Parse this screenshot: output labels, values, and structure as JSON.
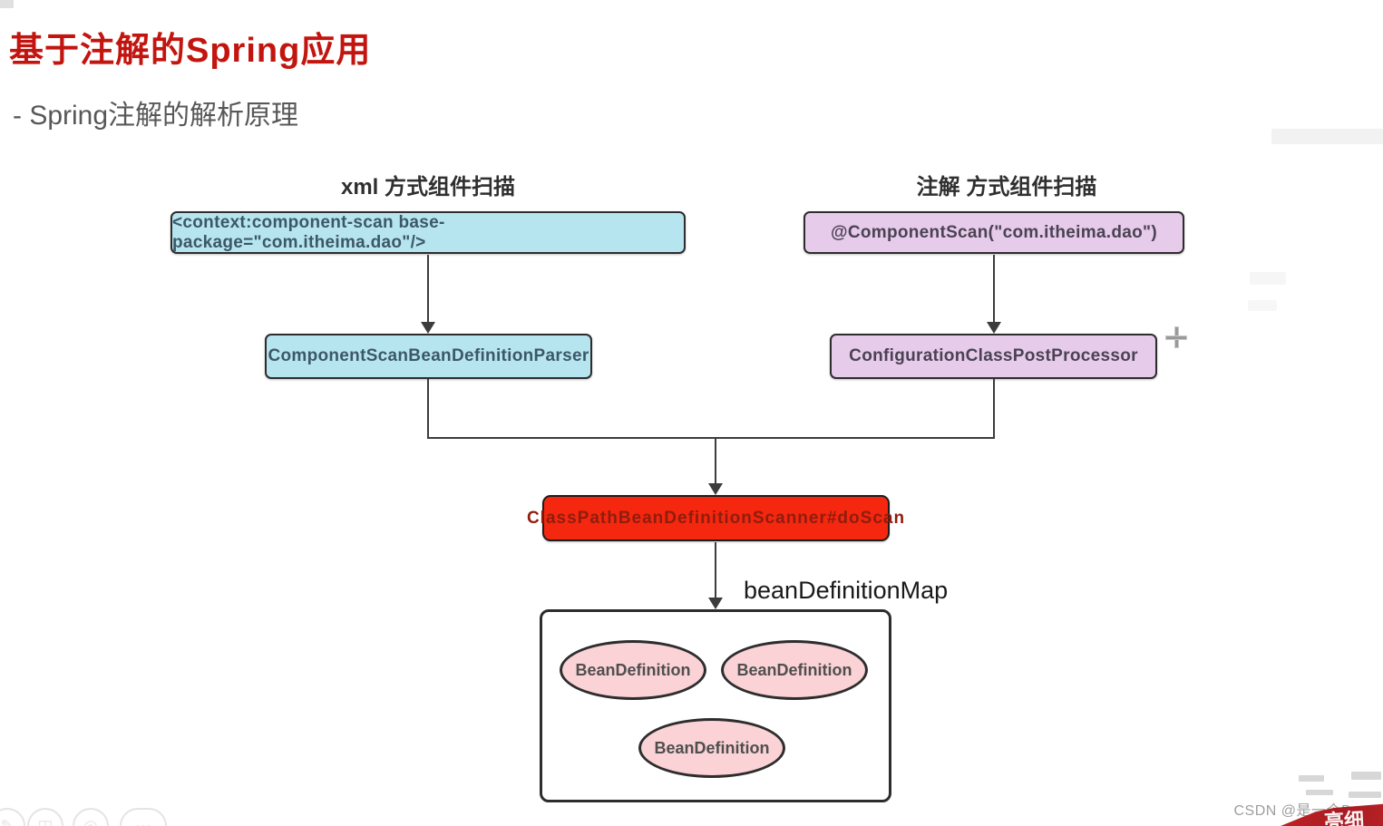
{
  "page": {
    "title": "基于注解的Spring应用",
    "subtitle": "- Spring注解的解析原理"
  },
  "diagram": {
    "xml_branch": {
      "label": "xml 方式组件扫描",
      "source_box": "<context:component-scan base-package=\"com.itheima.dao\"/>",
      "parser_box": "ComponentScanBeanDefinitionParser"
    },
    "annotation_branch": {
      "label": "注解 方式组件扫描",
      "source_box": "@ComponentScan(\"com.itheima.dao\")",
      "processor_box": "ConfigurationClassPostProcessor"
    },
    "scanner_box": "ClassPathBeanDefinitionScanner#doScan",
    "map_label": "beanDefinitionMap",
    "bean_definitions": [
      "BeanDefinition",
      "BeanDefinition",
      "BeanDefinition"
    ]
  },
  "overlay": {
    "watermark": "CSDN @是一个Bug",
    "corner_logo_text": "亮细",
    "cursor": "plus-crosshair-cursor"
  },
  "colors": {
    "title_red": "#c3150f",
    "subtitle_gray": "#58585a",
    "blue_box_bg": "#b6e5f0",
    "purple_box_bg": "#e6cbea",
    "red_box_bg": "#f5270f",
    "red_box_text": "#8f1d0e",
    "pink_ellipse_bg": "#fbd2d5",
    "line_dark": "#3c3c3c",
    "watermark_gray": "#9e9e9e",
    "logo_red": "#b01f24"
  }
}
